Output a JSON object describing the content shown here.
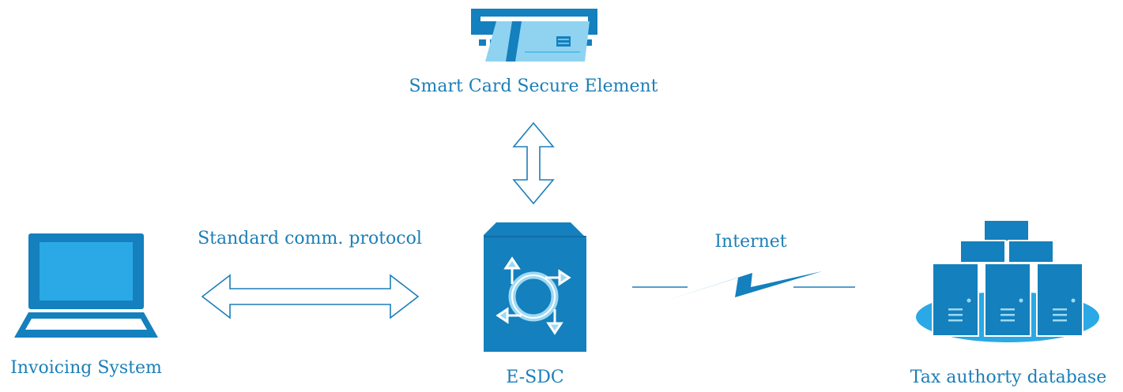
{
  "labels": {
    "smart_card": "Smart Card Secure Element",
    "protocol": "Standard comm. protocol",
    "internet": "Internet",
    "invoicing": "Invoicing System",
    "esdc": "E-SDC",
    "tax_db": "Tax authorty database"
  },
  "colors": {
    "primary": "#1480bd",
    "light": "#56bfe8",
    "pale": "#bfe5f6",
    "text": "#1c7fb8"
  }
}
